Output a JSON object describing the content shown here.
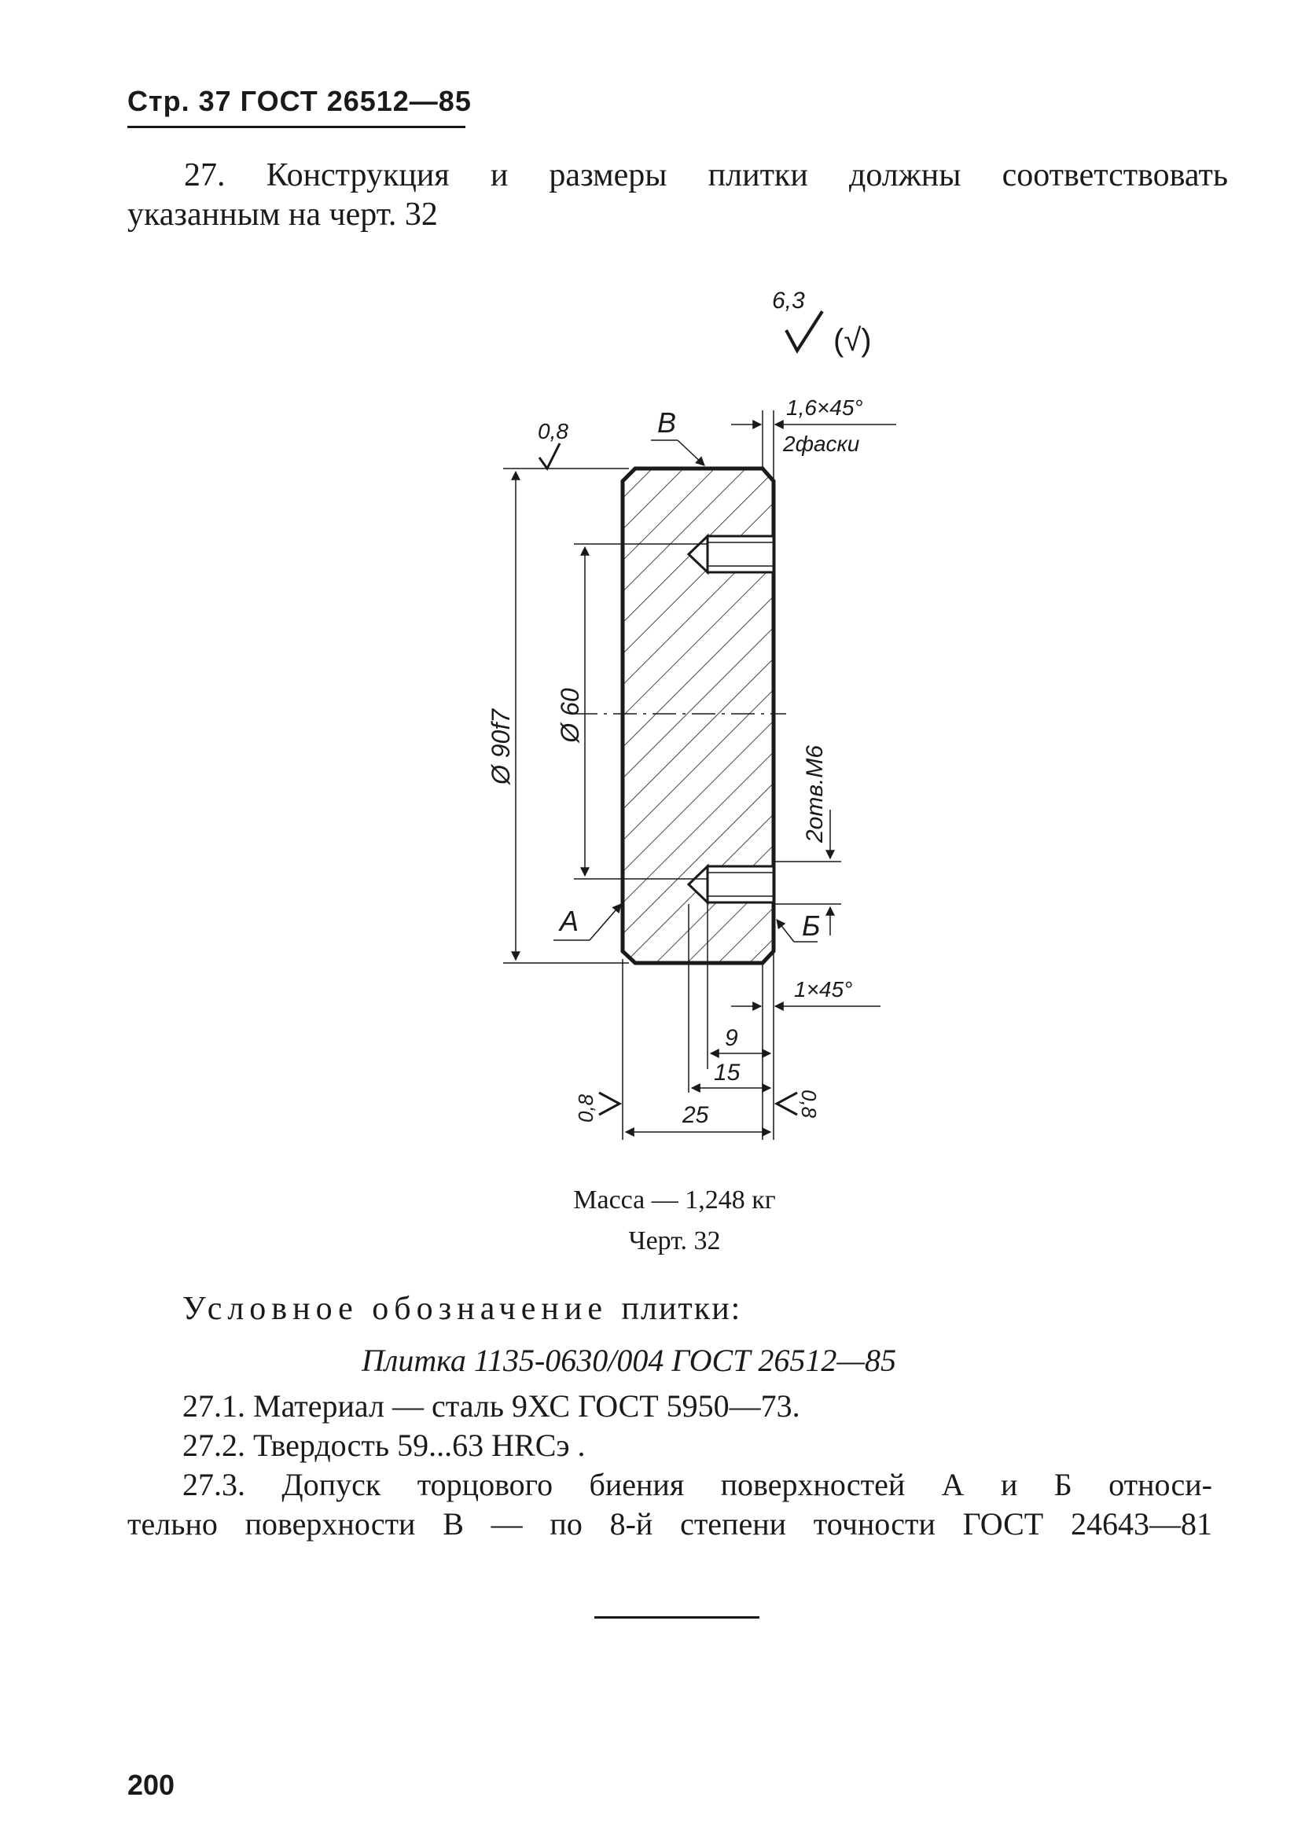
{
  "header": {
    "text": "Стр. 37 ГОСТ 26512—85"
  },
  "intro": {
    "line1": "27. Конструкция и размеры плитки должны соответствовать",
    "line2": "указанным на черт. 32"
  },
  "drawing": {
    "roughness_general": "6,3",
    "roughness_paren": "(√)",
    "roughness_top_left": "0,8",
    "roughness_bottom_left": "0,8",
    "roughness_bottom_right": "0,8",
    "surface_b_label": "В",
    "surface_a_label": "А",
    "surface_b2_label": "Б",
    "chamfer_top": "1,6×45°",
    "chamfer_top_note": "2фаски",
    "chamfer_bottom": "1×45°",
    "dim_outer_diameter": "Ø 90f7",
    "dim_hole_spacing": "Ø 60",
    "dim_threads": "2отв.М6",
    "dim_9": "9",
    "dim_15": "15",
    "dim_25": "25"
  },
  "caption": {
    "mass": "Масса — 1,248 кг",
    "figure": "Черт. 32"
  },
  "designation": {
    "label": "Условное обозначение",
    "label_tail": "плитки:",
    "value": "Плитка 1135-0630/004 ГОСТ 26512—85"
  },
  "items": {
    "material": "27.1. Материал — сталь 9ХС ГОСТ 5950—73.",
    "hardness": "27.2. Твердость 59...63 HRCэ .",
    "runout_line1": "27.3. Допуск торцового биения поверхностей А и Б относи-",
    "runout_line2": "тельно поверхности В — по 8-й степени точности ГОСТ 24643—81"
  },
  "page_number": "200"
}
